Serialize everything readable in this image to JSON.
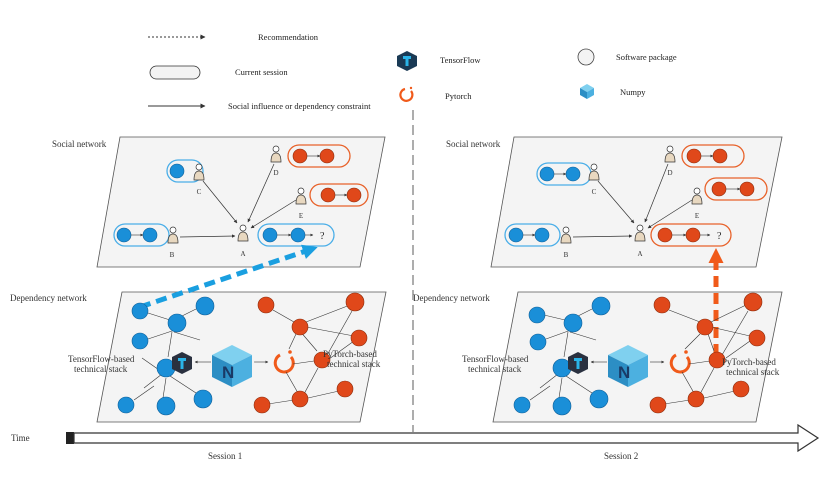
{
  "legend": {
    "recommendation": "Recommendation",
    "current_session": "Current session",
    "social_influence": "Social influence or dependency constraint",
    "tensorflow": "TensorFlow",
    "pytorch": "Pytorch",
    "software_package": "Software package",
    "numpy": "Numpy"
  },
  "session1": {
    "social_network": "Social network",
    "dependency_network": "Dependency network",
    "tf_stack": "TensorFlow-based\ntechnical stack",
    "pt_stack": "PyTorch-based\ntechnical stack",
    "users": [
      "A",
      "B",
      "C",
      "D",
      "E"
    ],
    "session_label": "Session 1"
  },
  "session2": {
    "social_network": "Social network",
    "dependency_network": "Dependency network",
    "tf_stack": "TensorFlow-based\ntechnical stack",
    "pt_stack": "PyTorch-based\ntechnical stack",
    "users": [
      "A",
      "B",
      "C",
      "D",
      "E"
    ],
    "session_label": "Session 2"
  },
  "timeline": {
    "label": "Time"
  },
  "question_mark": "?",
  "colors": {
    "blue": "#1a8fd8",
    "orange": "#e0481a",
    "session_blue": "#4aaee8",
    "session_orange": "#e8622a",
    "dark": "#3a3a4a"
  }
}
